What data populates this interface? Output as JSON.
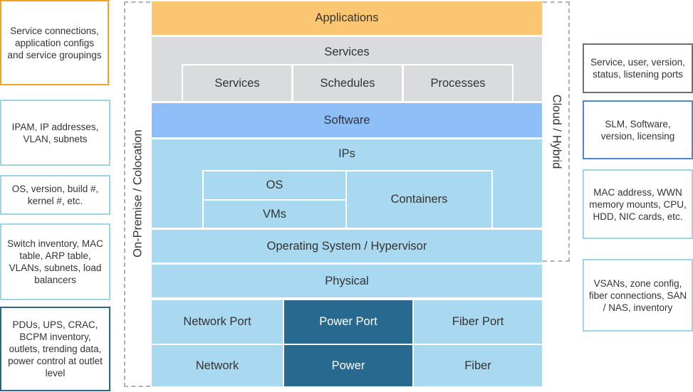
{
  "colors": {
    "applications": "#fbc671",
    "services": "#d9dbdd",
    "software": "#8fbff9",
    "light_blue": "#a9d9f0",
    "dark_blue": "#27698f",
    "note_orange": "#f7a21f",
    "note_blue": "#9fd3ea",
    "note_teal": "#2b6784",
    "note_gray": "#6b7173",
    "note_royal": "#4b88d6"
  },
  "layers": {
    "applications": "Applications",
    "services": "Services",
    "services_sub": [
      "Services",
      "Schedules",
      "Processes"
    ],
    "software": "Software",
    "ips": "IPs",
    "os": "OS",
    "vms": "VMs",
    "containers": "Containers",
    "os_hypervisor": "Operating System / Hypervisor",
    "physical": "Physical",
    "network_port": "Network Port",
    "power_port": "Power Port",
    "fiber_port": "Fiber Port",
    "network": "Network",
    "power": "Power",
    "fiber": "Fiber"
  },
  "side_labels": {
    "left": "On-Premise / Colocation",
    "right": "Cloud / Hybrid"
  },
  "left_notes": [
    "Service connections, application configs and service groupings",
    "IPAM, IP addresses, VLAN, subnets",
    "OS, version, build #, kernel #, etc.",
    "Switch inventory, MAC table, ARP table, VLANs, subnets, load balancers",
    "PDUs, UPS, CRAC, BCPM inventory, outlets, trending data, power control at outlet level"
  ],
  "right_notes": [
    "Service, user, version, status, listening ports",
    "SLM, Software, version, licensing",
    "MAC address, WWN memory mounts, CPU, HDD, NIC cards, etc.",
    "VSANs, zone config, fiber connections,  SAN / NAS,  inventory"
  ]
}
